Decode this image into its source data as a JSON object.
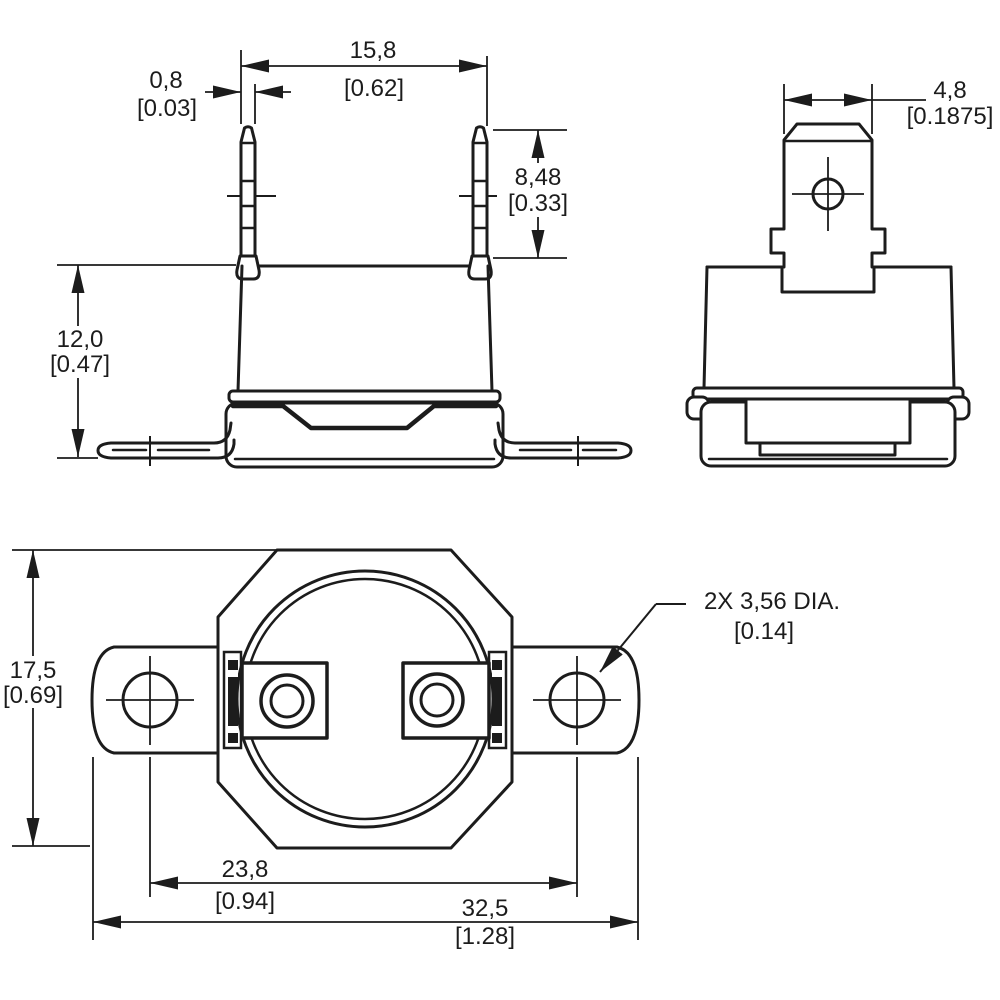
{
  "colors": {
    "line": "#1c1c1c",
    "background": "#ffffff"
  },
  "views": {
    "front": {
      "dims": {
        "terminal_span": {
          "mm": "15,8",
          "inch": "[0.62]"
        },
        "terminal_thickness": {
          "mm": "0,8",
          "inch": "[0.03]"
        },
        "terminal_height": {
          "mm": "8,48",
          "inch": "[0.33]"
        },
        "body_height": {
          "mm": "12,0",
          "inch": "[0.47]"
        }
      }
    },
    "side": {
      "dims": {
        "terminal_width": {
          "mm": "4,8",
          "inch": "[0.1875]"
        }
      }
    },
    "bottom": {
      "dims": {
        "body_width": {
          "mm": "17,5",
          "inch": "[0.69]"
        },
        "hole_spacing": {
          "mm": "23,8",
          "inch": "[0.94]"
        },
        "overall_width": {
          "mm": "32,5",
          "inch": "[1.28]"
        },
        "hole_note": {
          "mm": "2X 3,56 DIA.",
          "inch": "[0.14]"
        }
      }
    }
  }
}
